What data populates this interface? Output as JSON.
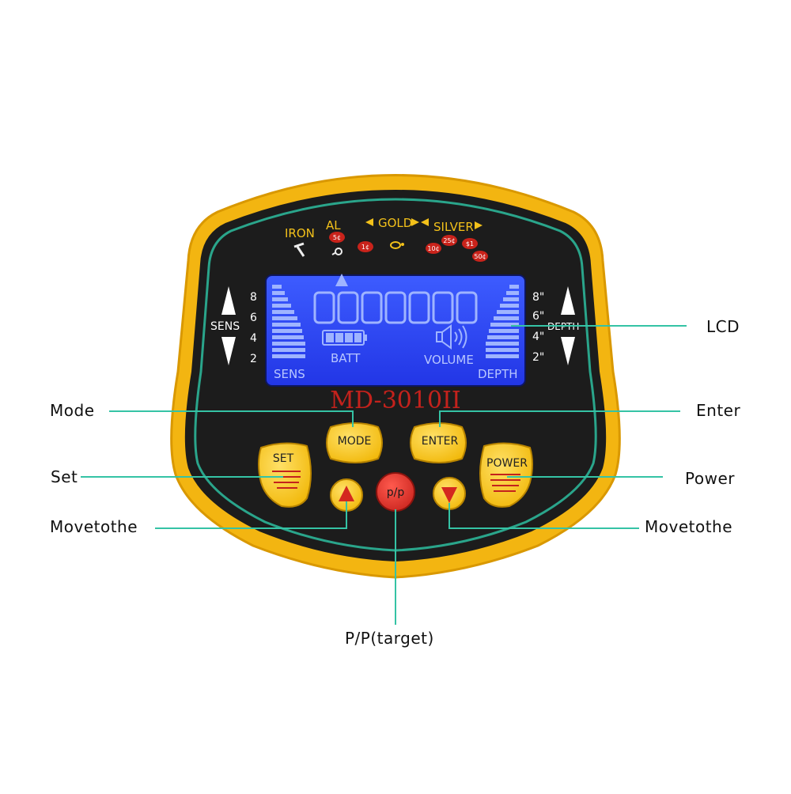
{
  "device": {
    "model": "MD-3010II",
    "colors": {
      "housing": "#f3b511",
      "panel": "#1c1c1c",
      "trim": "#2aa58b",
      "lcd": "#2f4bff",
      "button_yellow": "#f7c61a",
      "button_red": "#e0322a",
      "callout_line": "#35c3a5"
    }
  },
  "metal_scale": {
    "iron": "IRON",
    "al": "AL",
    "gold": "GOLD",
    "silver": "SILVER",
    "coins": [
      "5¢",
      "1¢",
      "10¢",
      "25¢",
      "$1",
      "50¢"
    ]
  },
  "sens_scale": {
    "label": "SENS",
    "ticks": [
      "8",
      "6",
      "4",
      "2"
    ]
  },
  "depth_scale": {
    "label": "DEPTH",
    "ticks": [
      "8\"",
      "6\"",
      "4\"",
      "2\""
    ]
  },
  "lcd": {
    "labels": {
      "sens": "SENS",
      "batt": "BATT",
      "volume": "VOLUME",
      "depth": "DEPTH"
    },
    "digits": [
      "0",
      "0",
      "0",
      "0",
      "0",
      "0",
      "0"
    ]
  },
  "buttons": {
    "mode": "MODE",
    "enter": "ENTER",
    "set": "SET",
    "power": "POWER",
    "pp": "p/p"
  },
  "callouts": {
    "lcd": "LCD",
    "mode": "Mode",
    "enter": "Enter",
    "set": "Set",
    "power": "Power",
    "move_left": "Movetothe",
    "move_right": "Movetothe",
    "pp": "P/P(target)"
  }
}
